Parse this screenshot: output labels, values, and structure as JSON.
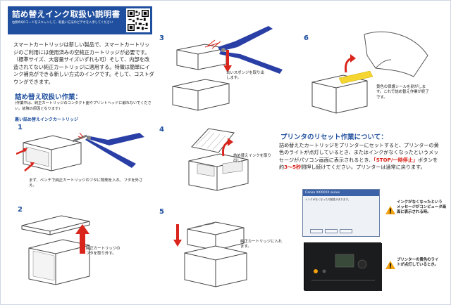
{
  "header": {
    "title": "詰め替えインク取扱い説明書",
    "subtitle": "右側のQRコードをスキャンして、取扱い方法のビデオを入手してください"
  },
  "intro": "スマートカートリッジは新しい製品で、スマートカートリッジのご利用には使用済みの空純正カートリッジが必要です。（標準サイズ、大容量サイズいずれも可）そして、内部を改造されてない純正カートリッジに適用する。特徴は簡単にインク補充ができる新しい方式のインクです。そして、コストダウンができます。",
  "method": {
    "heading": "詰め替え取扱い作業：",
    "note": "(作業中は、純正カートリッジのコンタクト面やプリントヘッドに触れないでください。故障の原因となります)",
    "subheading": "裏い詰め替えインクカートリッジ"
  },
  "steps": [
    {
      "num": "1",
      "caption": "まず、ペンチで純正カートリッジのフタに隙間を入れ、フタを外さえ。"
    },
    {
      "num": "2",
      "caption": "純正カートリッジのフタを取り外す。"
    },
    {
      "num": "3",
      "caption": "古いスポンジを取り出します。"
    },
    {
      "num": "4",
      "caption": "詰め替えインクを取り出し。"
    },
    {
      "num": "5",
      "caption": "純正カートリッジに入れます。"
    },
    {
      "num": "6",
      "caption": "黄色の保護シールを剥がします。これで詰め替え作業が終了です。"
    }
  ],
  "reset": {
    "heading": "プリンタのリセット作業について：",
    "body_1": "詰め替えたカートリッジをプリンターにセットすると、プリンターの黄色のライトが点灯しているとき、またはインクがなくなったというメッセージがパソコン画面に表示されるとき、",
    "highlight": "「STOP/一時停止」",
    "body_2": "ボタンを約",
    "highlight_2": "3〜5秒",
    "body_3": "間押し続けてください。プリンターは通常に戻ります。",
    "dialog_title": "Canon XXXXXX series",
    "dialog_text": "インクがなくなった可能性があります。",
    "warn_1": "インクがなくなったというメッセージがコンピュータ画面に表示される時。",
    "warn_2": "プリンターの黄色のライトが点灯しているとき。"
  },
  "colors": {
    "brand_blue": "#1f4f9e",
    "red_arrow": "#d9251c",
    "pliers_blue": "#2a3fa6",
    "warning_orange": "#f2a10c"
  }
}
